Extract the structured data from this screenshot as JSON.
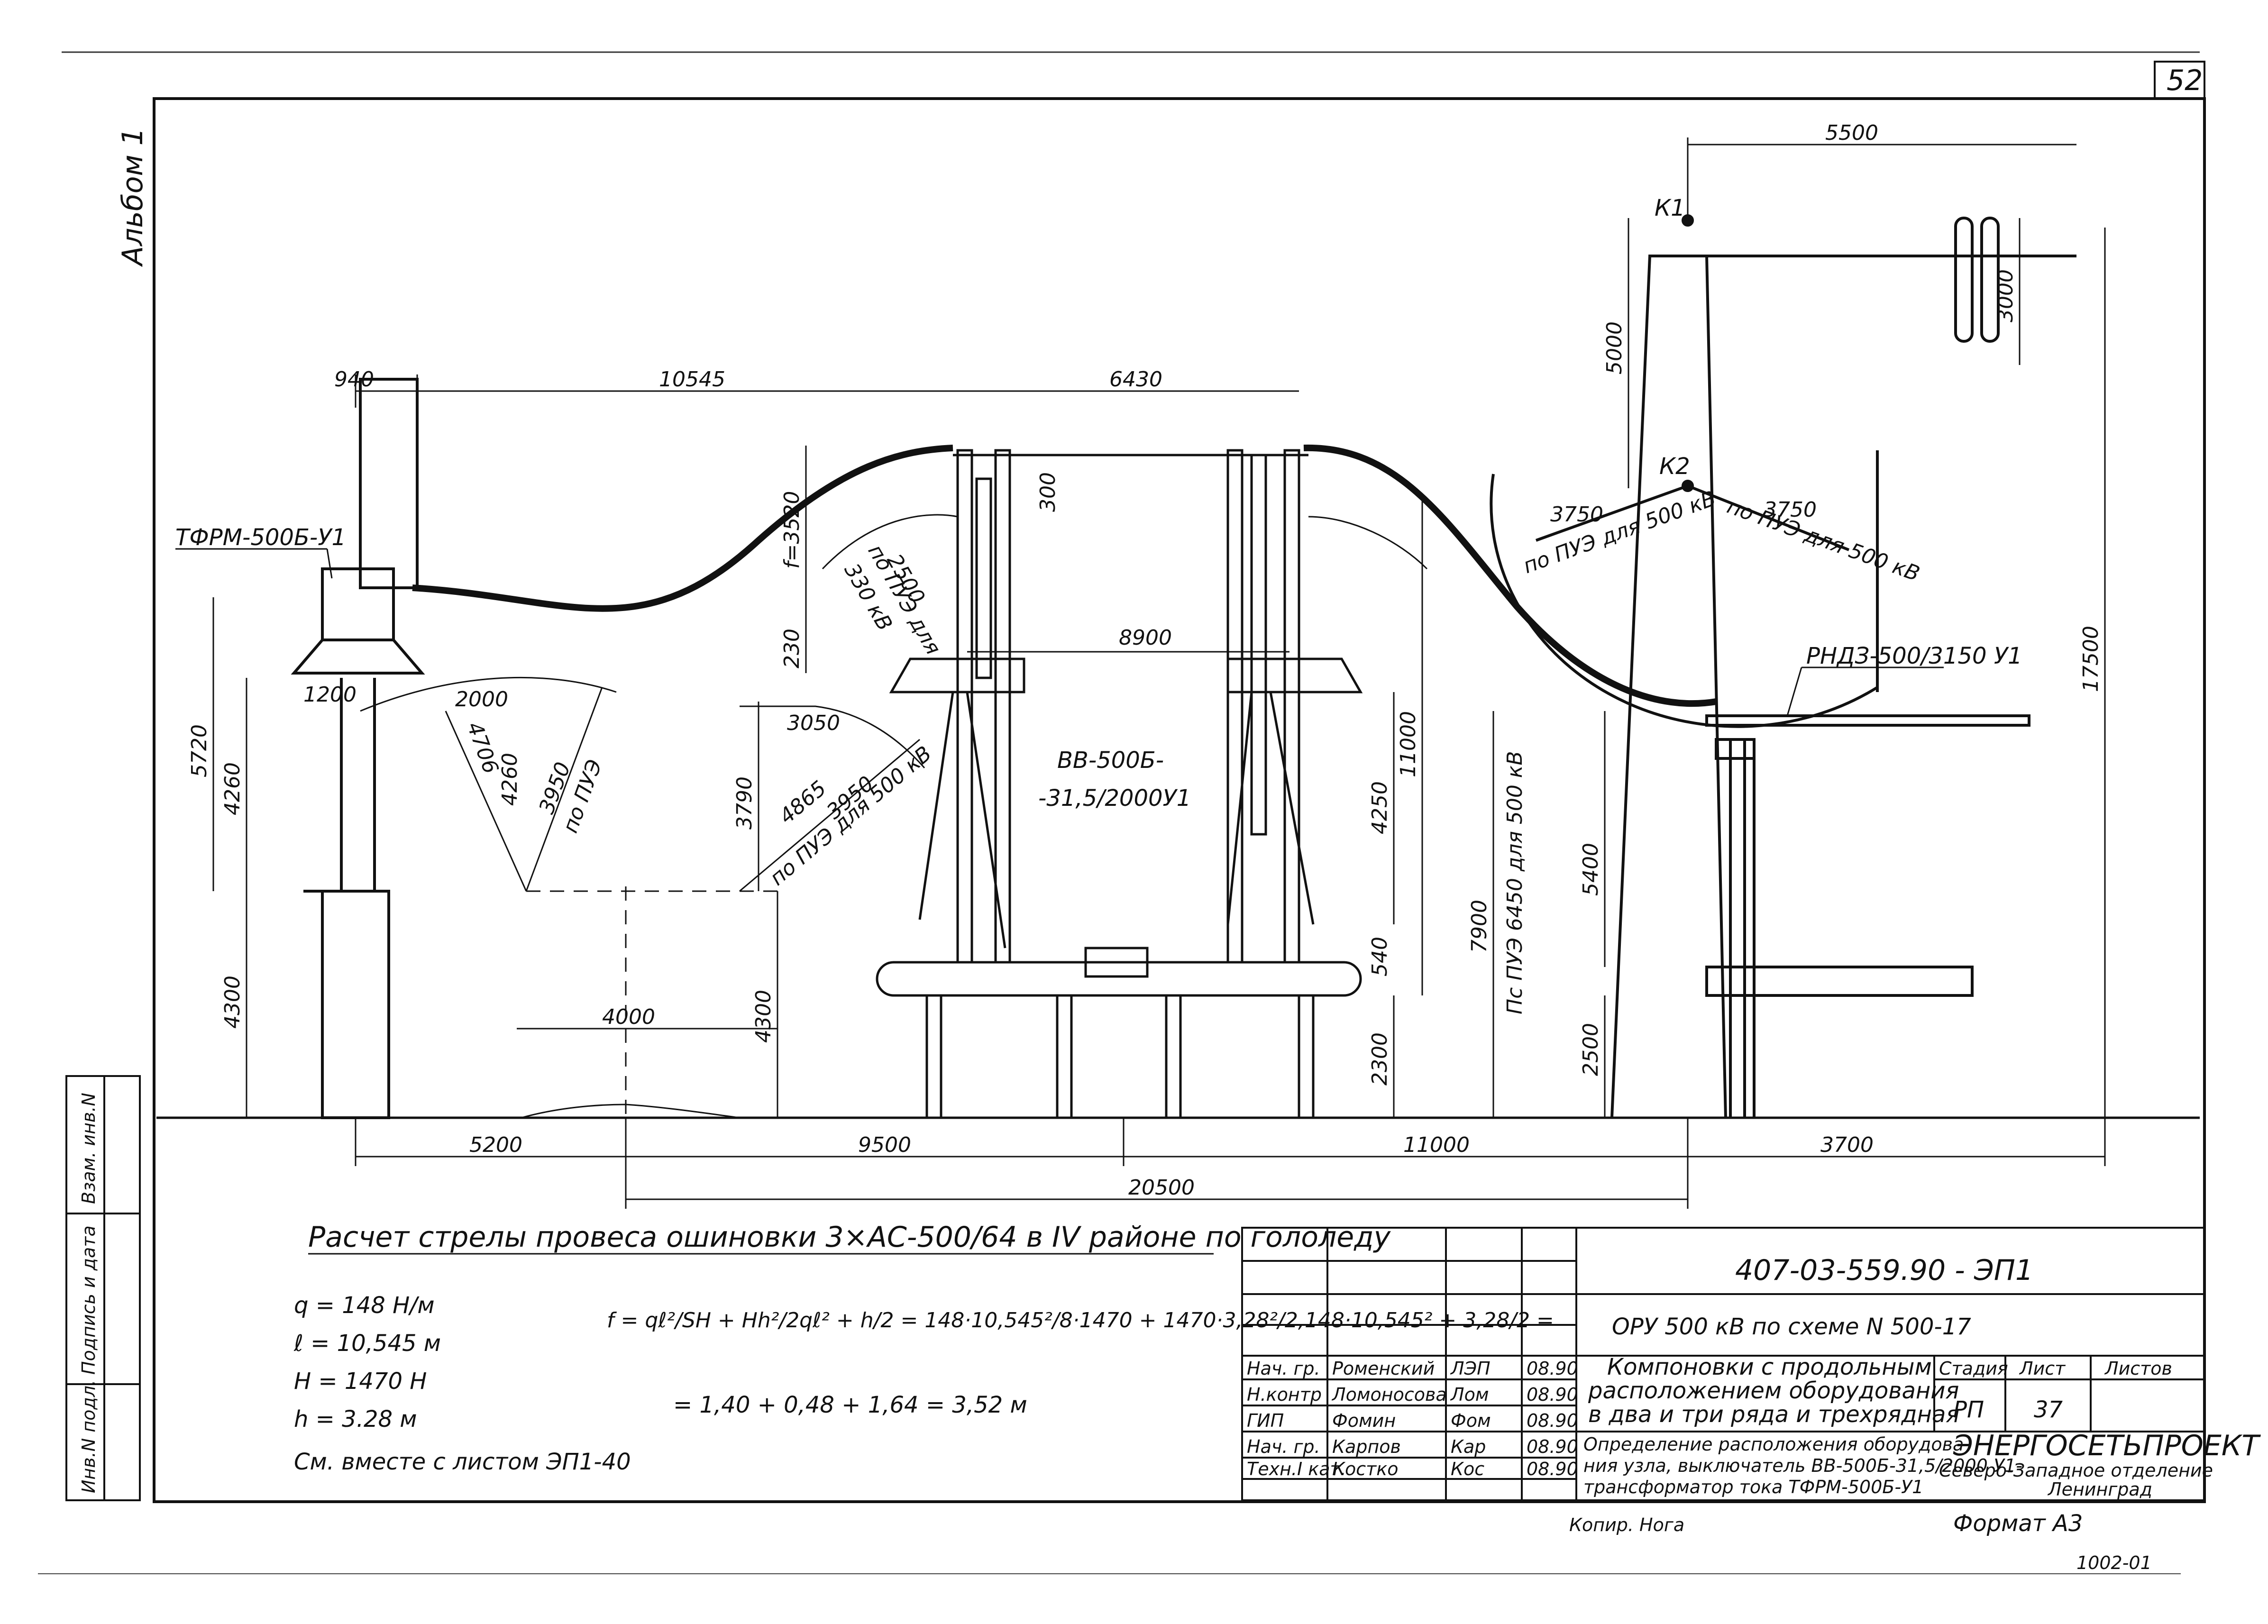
{
  "sheet_number": "52",
  "album": "Альбом 1",
  "top_dims": [
    "940",
    "10545",
    "6430",
    "5500"
  ],
  "labels": {
    "ct": "ТФРМ-500Б-У1",
    "breaker_1": "ВВ-500Б-",
    "breaker_2": "-31,5/2000У1",
    "disconnector": "РНДЗ-500/3150 У1",
    "k1": "К1",
    "k2": "К2"
  },
  "vertical_dims": [
    "5720",
    "4260",
    "4300",
    "4260",
    "3790",
    "4300",
    "11000",
    "4250",
    "540",
    "2300",
    "7900",
    "5400",
    "2500",
    "5000",
    "3000",
    "17500",
    "f=3520",
    "300",
    "230"
  ],
  "inner_dims": [
    "1200",
    "2000",
    "4706",
    "3950",
    "по ПУЭ",
    "3050",
    "4865",
    "3950",
    "по ПУЭ для 500 кВ",
    "8900",
    "4000",
    "2500",
    "по ПУЭ для",
    "330 кВ",
    "3750",
    "по ПУЭ для 500 кВ",
    "3750",
    "по ПУЭ для 500 кВ",
    "Пс ПУЭ 6450 для 500 кВ"
  ],
  "bottom_dims": [
    "5200",
    "9500",
    "11000",
    "3700",
    "20500"
  ],
  "side_stamp": [
    "Взам. инв.N",
    "Подпись и дата",
    "Инв.N подл."
  ],
  "calc": {
    "title": "Расчет стрелы провеса ошиновки 3×АС-500/64 в IV районе по гололеду",
    "vars": [
      "q = 148 Н/м",
      "ℓ = 10,545 м",
      "H = 1470 Н",
      "h = 3.28 м"
    ],
    "formula": "f = qℓ²/SH + Hh²/2qℓ² + h/2 = 148·10,545²/8·1470 + 1470·3,28²/2,148·10,545² + 3,28/2 =",
    "result": "= 1,40 + 0,48 + 1,64 = 3,52 м",
    "note": "См. вместе с листом ЭП1-40"
  },
  "title_block": {
    "code": "407-03-559.90 - ЭП1",
    "object": "ОРУ 500 кВ по схеме N 500-17",
    "desc1": [
      "Компоновки с продольным",
      "расположением оборудования",
      "в два и три ряда и трехрядная"
    ],
    "desc2": [
      "Определение расположения оборудова-",
      "ния узла, выключатель ВВ-500Б-31,5/2000 У1-",
      "трансформатор тока ТФРМ-500Б-У1"
    ],
    "stage_h": "Стадия",
    "sheet_h": "Лист",
    "sheets_h": "Листов",
    "stage": "РП",
    "sheet": "37",
    "org": "ЭНЕРГОСЕТЬПРОЕКТ",
    "org2": "Северо-Западное отделение",
    "city": "Ленинград",
    "people": [
      {
        "role": "Нач. гр.",
        "name": "Роменский",
        "sign": "ЛЭП",
        "date": "08.90"
      },
      {
        "role": "Н.контр",
        "name": "Ломоносова",
        "sign": "Лом",
        "date": "08.90"
      },
      {
        "role": "ГИП",
        "name": "Фомин",
        "sign": "Фом",
        "date": "08.90"
      },
      {
        "role": "Нач. гр.",
        "name": "Карпов",
        "sign": "Кар",
        "date": "08.90"
      },
      {
        "role": "Техн.I кат.",
        "name": "Костко",
        "sign": "Кос",
        "date": "08.90"
      }
    ]
  },
  "footer": {
    "copied": "Копир. Нога",
    "format": "Формат А3",
    "number": "1002-01"
  }
}
